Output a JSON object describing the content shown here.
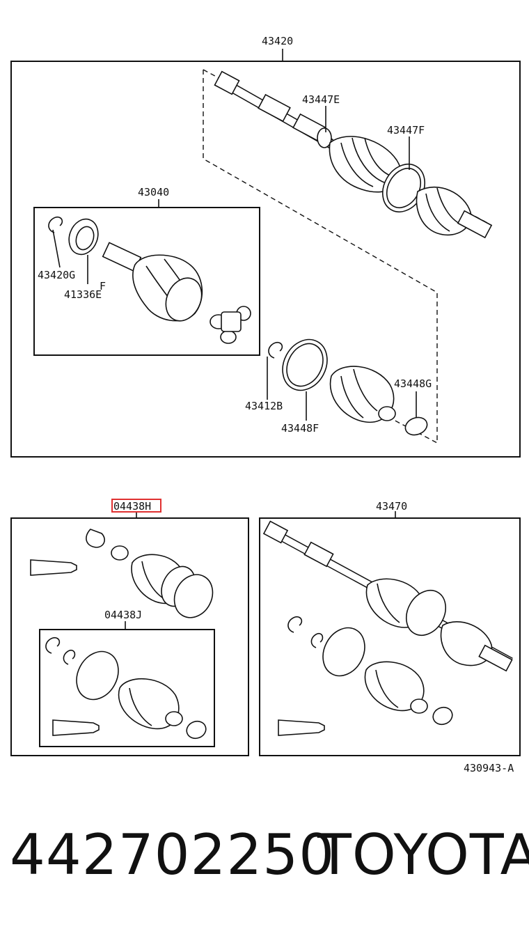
{
  "labels": {
    "assembly_top": "43420",
    "p43447E": "43447E",
    "p43447F": "43447F",
    "p43040": "43040",
    "p43420G": "43420G",
    "pF": "F",
    "p41336E": "41336E",
    "p43412B": "43412B",
    "p43448F": "43448F",
    "p43448G": "43448G",
    "kit_h": "04438H",
    "kit_j": "04438J",
    "assembly_alt": "43470",
    "diagram_ref": "430943-A"
  },
  "caption": {
    "part_number": "442702250",
    "brand": "TOYOTA"
  },
  "colors": {
    "highlight": "#e03030",
    "line": "#111111"
  }
}
